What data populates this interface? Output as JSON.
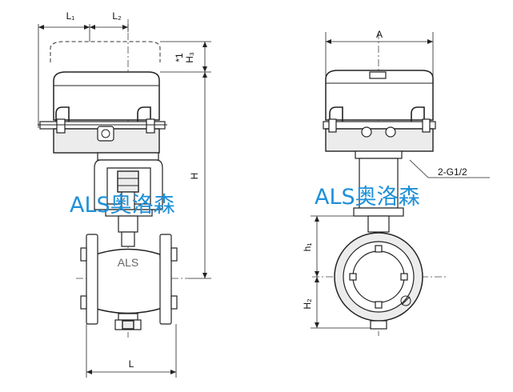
{
  "drawing": {
    "dimensions": {
      "L1": "L₁",
      "L2": "L₂",
      "H3": "H₃",
      "star1": "*1",
      "H": "H",
      "L": "L",
      "A": "A",
      "h1": "h₁",
      "H2": "H₂"
    },
    "connection_label": "2-G1/2",
    "body_marking": "ALS",
    "watermark": "ALS奥洛森",
    "colors": {
      "line": "#222222",
      "watermark": "#1e90d8"
    }
  }
}
